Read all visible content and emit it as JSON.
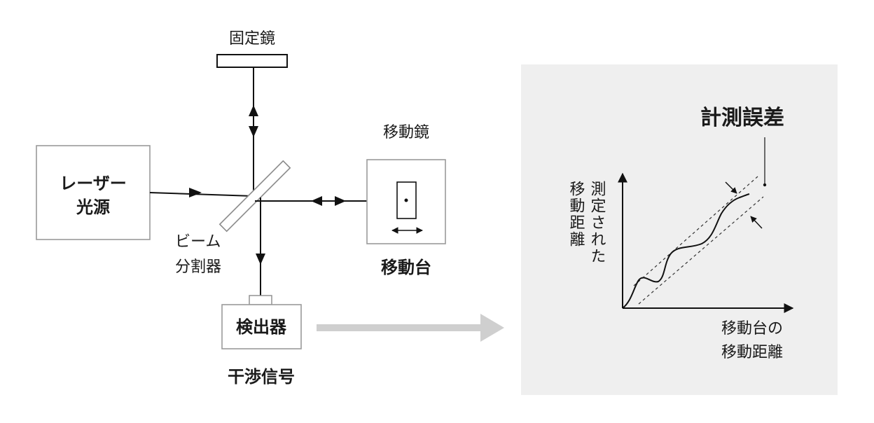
{
  "left": {
    "fixed_mirror": "固定鏡",
    "laser_source": [
      "レーザー",
      "光源"
    ],
    "beam_splitter": [
      "ビーム",
      "分割器"
    ],
    "moving_mirror": "移動鏡",
    "moving_stage": "移動台",
    "detector": "検出器",
    "interference_signal": "干渉信号"
  },
  "right": {
    "title": "計測誤差",
    "y_axis_label": [
      "測定された",
      "移動距離"
    ],
    "x_axis_label": [
      "移動台の",
      "移動距離"
    ]
  },
  "colors": {
    "panel_bg": "#efefef",
    "box_stroke": "#9a9a9a",
    "arrow_gray": "#cfcfcf",
    "line": "#111111"
  }
}
